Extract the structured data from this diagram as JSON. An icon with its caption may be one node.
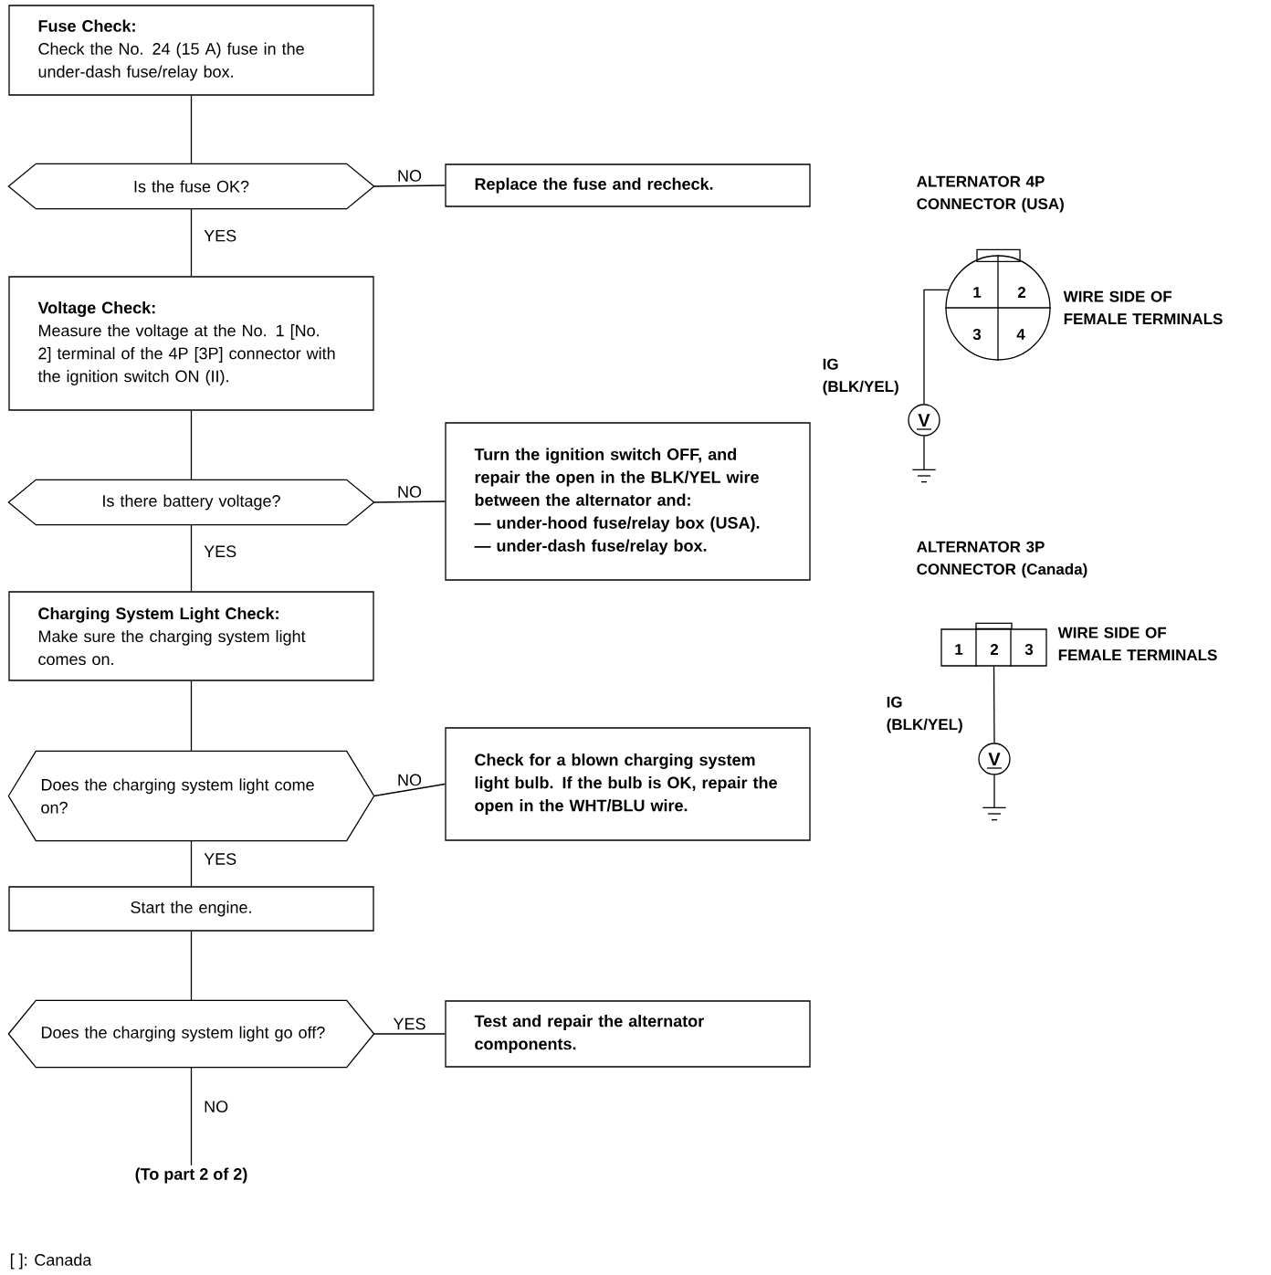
{
  "diagram": {
    "nodes": [
      {
        "text": [
          "Fuse Check:",
          "Check the No. 24 (15 A) fuse in the under-dash fuse/relay box."
        ]
      },
      {
        "text": [
          "Is the fuse OK?"
        ]
      },
      {
        "text": [
          "Replace the fuse and recheck."
        ]
      },
      {
        "text": [
          "Voltage Check:",
          "Measure the voltage at the No. 1 [No. 2] terminal of the 4P [3P] connector with the ignition switch ON (II)."
        ]
      },
      {
        "text": [
          "Is there battery voltage?"
        ]
      },
      {
        "text": [
          "Turn the ignition switch OFF, and repair the open in the BLK/YEL wire between the alternator and:",
          "— under-hood fuse/relay box (USA).",
          "— under-dash fuse/relay box."
        ]
      },
      {
        "text": [
          "Charging System Light Check:",
          "Make sure the charging system light comes on."
        ]
      },
      {
        "text": [
          "Does the charging system light come on?"
        ]
      },
      {
        "text": [
          "Check for a blown charging system light bulb. If the bulb is OK, repair the open in the WHT/BLU wire."
        ]
      },
      {
        "text": [
          "Start the engine."
        ]
      },
      {
        "text": [
          "Does the charging system light go off?"
        ]
      },
      {
        "text": [
          "Test and repair the alternator components."
        ]
      },
      {
        "text": [
          "(To part 2 of 2)"
        ]
      },
      {
        "text": [
          "1",
          "2",
          "3",
          "4"
        ]
      },
      {
        "text": [
          "V"
        ]
      },
      {
        "text": [],
        "shape": "ground"
      },
      {
        "text": [
          "1",
          "2",
          "3"
        ]
      },
      {
        "text": [
          "V"
        ]
      },
      {
        "text": [],
        "shape": "ground"
      }
    ],
    "edges": [
      {
        "from": 0,
        "to": 1,
        "arrow": "none"
      },
      {
        "from": 1,
        "to": 2,
        "arrow": "none",
        "label": "NO"
      },
      {
        "from": 1,
        "to": 3,
        "arrow": "none",
        "label": "YES"
      },
      {
        "from": 3,
        "to": 4,
        "arrow": "none"
      },
      {
        "from": 4,
        "to": 5,
        "arrow": "none",
        "label": "NO"
      },
      {
        "from": 4,
        "to": 6,
        "arrow": "none",
        "label": "YES"
      },
      {
        "from": 6,
        "to": 7,
        "arrow": "none"
      },
      {
        "from": 7,
        "to": 8,
        "arrow": "none",
        "label": "NO"
      },
      {
        "from": 7,
        "to": 9,
        "arrow": "none",
        "label": "YES"
      },
      {
        "from": 9,
        "to": 10,
        "arrow": "none"
      },
      {
        "from": 10,
        "to": 11,
        "arrow": "none",
        "label": "YES"
      },
      {
        "from": 10,
        "to": 12,
        "arrow": "none",
        "label": "NO"
      },
      {
        "from": 13,
        "to": 14,
        "arrow": "none"
      },
      {
        "from": 14,
        "to": 15,
        "arrow": "none"
      },
      {
        "from": 16,
        "to": 17,
        "arrow": "none"
      },
      {
        "from": 17,
        "to": 18,
        "arrow": "none"
      }
    ],
    "labels": [
      "ALTERNATOR 4P CONNECTOR (USA)",
      "WIRE SIDE OF FEMALE TERMINALS",
      "IG (BLK/YEL)",
      "ALTERNATOR 3P CONNECTOR (Canada)",
      "WIRE SIDE OF FEMALE TERMINALS",
      "IG (BLK/YEL)",
      "[ ]: Canada"
    ]
  }
}
